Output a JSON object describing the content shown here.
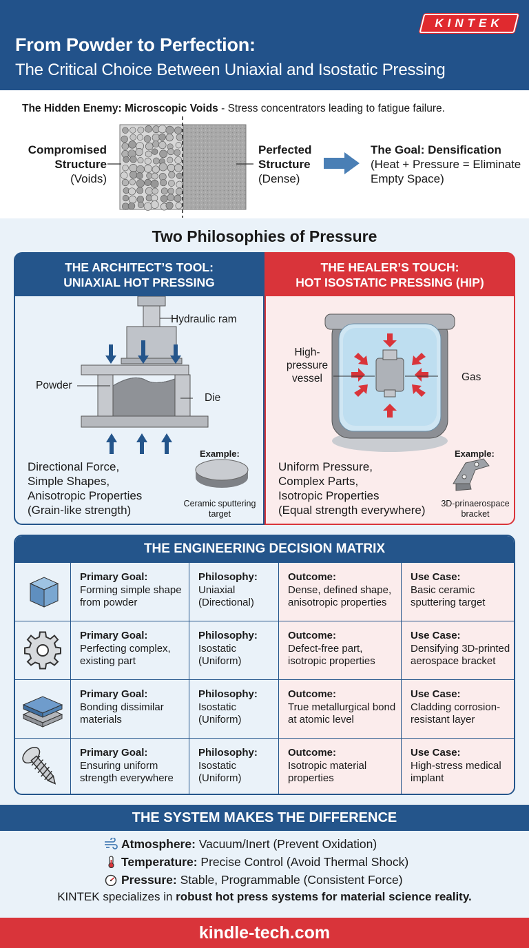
{
  "header": {
    "title": "From Powder to Perfection:",
    "subtitle": "The Critical Choice Between Uniaxial and Isostatic Pressing",
    "logo": "KINTEK"
  },
  "voids": {
    "lead_bold": "The Hidden Enemy: Microscopic Voids",
    "lead_rest": " - Stress concentrators leading to fatigue failure.",
    "left_bold": "Compromised Structure",
    "left_rest": "(Voids)",
    "middle_bold": "Perfected Structure",
    "middle_rest": "(Dense)",
    "goal_bold": "The Goal: Densification",
    "goal_rest": "(Heat + Pressure = Eliminate Empty Space)"
  },
  "philosophies": {
    "title": "Two Philosophies of Pressure",
    "uniaxial": {
      "head_line1": "THE ARCHITECT’S TOOL:",
      "head_line2": "UNIAXIAL HOT PRESSING",
      "label_ram": "Hydraulic ram",
      "label_powder": "Powder",
      "label_die": "Die",
      "desc": [
        "Directional Force,",
        "Simple Shapes,",
        "Anisotropic Properties",
        "(Grain-like strength)"
      ],
      "example_title": "Example:",
      "example_caption": "Ceramic sputtering target"
    },
    "isostatic": {
      "head_line1": "THE HEALER’S TOUCH:",
      "head_line2": "HOT ISOSTATIC PRESSING (HIP)",
      "label_vessel": "High-pressure vessel",
      "label_gas": "Gas",
      "desc": [
        "Uniform Pressure,",
        "Complex Parts,",
        "Isotropic Properties",
        "(Equal strength everywhere)"
      ],
      "example_title": "Example:",
      "example_caption": "3D-prinaerospace bracket"
    }
  },
  "matrix": {
    "title": "THE ENGINEERING DECISION MATRIX",
    "col_labels": {
      "goal": "Primary Goal:",
      "philosophy": "Philosophy:",
      "outcome": "Outcome:",
      "use_case": "Use Case:"
    },
    "rows": [
      {
        "icon": "cube-icon",
        "goal": "Forming simple shape from powder",
        "philosophy": "Uniaxial (Directional)",
        "outcome": "Dense, defined shape, anisotropic properties",
        "use_case": "Basic ceramic sputtering target"
      },
      {
        "icon": "gear-icon",
        "goal": "Perfecting complex, existing part",
        "philosophy": "Isostatic (Uniform)",
        "outcome": "Defect-free part, isotropic properties",
        "use_case": "Densifying 3D-printed aerospace bracket"
      },
      {
        "icon": "layers-icon",
        "goal": "Bonding dissimilar materials",
        "philosophy": "Isostatic (Uniform)",
        "outcome": "True metallurgical bond at atomic level",
        "use_case": "Cladding corrosion-resistant layer"
      },
      {
        "icon": "screw-implant-icon",
        "goal": "Ensuring uniform strength everywhere",
        "philosophy": "Isostatic (Uniform)",
        "outcome": "Isotropic material properties",
        "use_case": "High-stress medical implant"
      }
    ]
  },
  "system": {
    "title": "THE SYSTEM MAKES THE DIFFERENCE",
    "items": [
      {
        "icon": "wind-icon",
        "label": "Atmosphere:",
        "text": " Vacuum/Inert (Prevent Oxidation)"
      },
      {
        "icon": "thermometer-icon",
        "label": "Temperature:",
        "text": " Precise Control (Avoid Thermal Shock)"
      },
      {
        "icon": "gauge-icon",
        "label": "Pressure:",
        "text": " Stable, Programmable (Consistent Force)"
      }
    ],
    "foot_plain": "KINTEK specializes in ",
    "foot_bold": "robust hot press systems for material science reality."
  },
  "footer": {
    "url": "kindle-tech.com"
  },
  "colors": {
    "blue": "#22528a",
    "red": "#d9343a",
    "light_blue": "#eaf2f9",
    "light_red": "#fbecec"
  }
}
